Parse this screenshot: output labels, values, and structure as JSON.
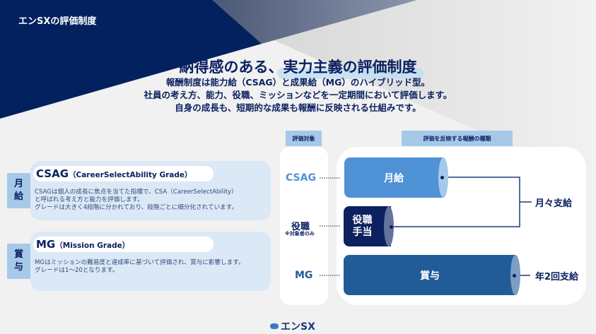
{
  "header": {
    "title": "エンSXの評価制度"
  },
  "hero": {
    "title": "納得感のある、実力主義の評価制度",
    "lines": [
      "報酬制度は能力給（CSAG）と成果給（MG）のハイブリッド型。",
      "社員の考え方、能力、役職、ミッションなどを一定期間において評価します。",
      "自身の成長も、短期的な成果も報酬に反映される仕組みです。"
    ]
  },
  "cards": [
    {
      "tag": "月給",
      "name": "CSAG",
      "full": "（CareerSelectAbility Grade）",
      "desc": [
        "CSAGは個人の成長に焦点を当てた指標で、CSA（CareerSelectAbility）",
        "と呼ばれる考え方と能力を評価します。",
        "グレードは大きく4段階に分かれており、段階ごとに細分化されています。"
      ]
    },
    {
      "tag": "賞与",
      "name": "MG",
      "full": "（Mission Grade）",
      "desc": [
        "MGはミッションの難易度と達成率に基づいて評価され、賞与に影響します。",
        "グレードは1～20となります。"
      ]
    }
  ],
  "diagram": {
    "target_header": "評価対象",
    "reward_header": "評価を反映する報酬の種類",
    "targets": {
      "csag": "CSAG",
      "role": "役職",
      "role_note": "※対象者のみ",
      "mg": "MG"
    },
    "rewards": {
      "monthly": "月給",
      "role_allowance_1": "役職",
      "role_allowance_2": "手当",
      "bonus": "賞与"
    },
    "payments": {
      "monthly": "月々支給",
      "twice": "年2回支給"
    },
    "colors": {
      "monthly": "#4f92d6",
      "role": "#0b2160",
      "bonus": "#215c99"
    }
  },
  "footer": {
    "logo": "エンSX"
  }
}
